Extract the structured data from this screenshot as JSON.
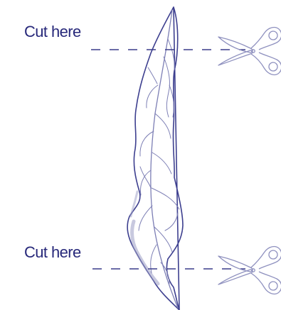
{
  "labels": {
    "top": "Cut here",
    "bottom": "Cut here"
  },
  "colors": {
    "ink": "#27287a",
    "leaf_outline": "#3d3f8f",
    "leaf_vein": "#7d7fb5",
    "leaf_shade": "#9a9cc5",
    "scissors": "#8f91bf",
    "cut_line": "#3a3c8a"
  },
  "icons": {
    "scissors": "scissors-icon",
    "leaf": "leaf-illustration"
  }
}
